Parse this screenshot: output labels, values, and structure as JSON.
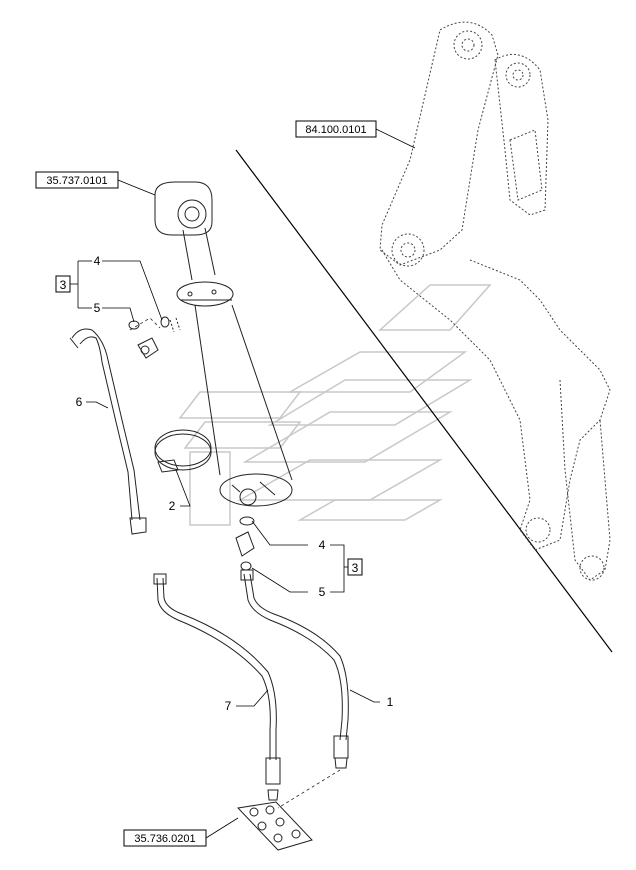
{
  "references": {
    "boom": "84.100.0101",
    "cylinder": "35.737.0101",
    "block": "35.736.0201"
  },
  "callouts": {
    "kit_upper": "3",
    "kit_lower": "3",
    "seal_upper": "4",
    "seal_lower": "4",
    "oring_upper": "5",
    "oring_lower": "5",
    "tube": "6",
    "clamp": "2",
    "hose_right": "1",
    "hose_left": "7"
  }
}
